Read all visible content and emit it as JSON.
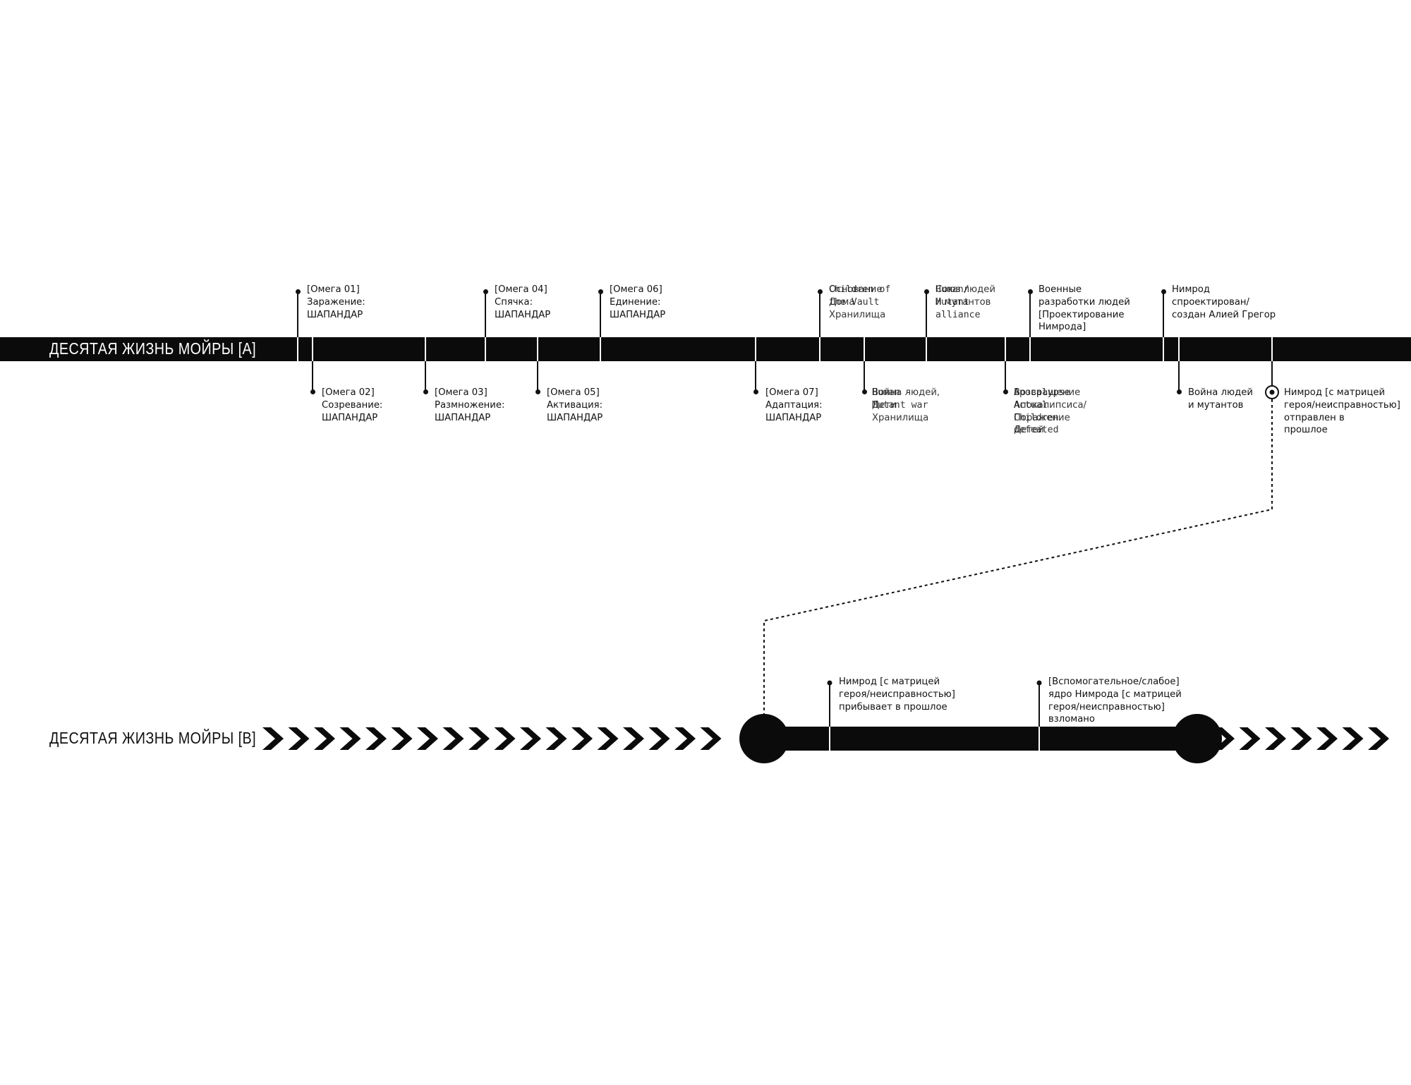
{
  "tracks": {
    "a_title": "ДЕСЯТАЯ ЖИЗНЬ МОЙРЫ [А]",
    "b_title": "ДЕСЯТАЯ ЖИЗНЬ МОЙРЫ [В]"
  },
  "events_top": [
    "[Омега 01]\nЗаражение:\nШАПАНДАР",
    "[Омега 04]\nСпячка:\nШАПАНДАР",
    "[Омега 06]\nЕдинение:\nШАПАНДАР",
    "Children of\nthe Vault",
    "Основание\nДома\nХранилища",
    "Human/\nMutant\nalliance",
    "Союз людей\nи мутантов",
    "Военные\nразработки людей\n[Проектирование\nНимрода]",
    "Нимрод\nспроектирован/\nсоздан Алией Грегор"
  ],
  "events_bottom": [
    "[Омега 02]\nСозревание:\nШАПАНДАР",
    "[Омега 03]\nРазмножение:\nШАПАНДАР",
    "[Омега 05]\nАктивация:\nШАПАНДАР",
    "[Омега 07]\nАдаптация:\nШАПАНДАР",
    "Human -\nMutant war",
    "Война людей,\nДети\nХранилища",
    "Apocalypse\nActual\nChildren\ndefeated",
    "Возвращение\nАпокалипсиса/\nПоражение\nДетей",
    "Война людей\nи мутантов",
    "Нимрод [с матрицей\nгероя/неисправностью]\nотправлен в\nпрошлое"
  ],
  "events_b": [
    "Нимрод [с матрицей\nгероя/неисправностью]\nприбывает в прошлое",
    "[Вспомогательное/слабое]\nядро Нимрода [с матрицей\nгероя/неисправностью]\nвзломано"
  ]
}
